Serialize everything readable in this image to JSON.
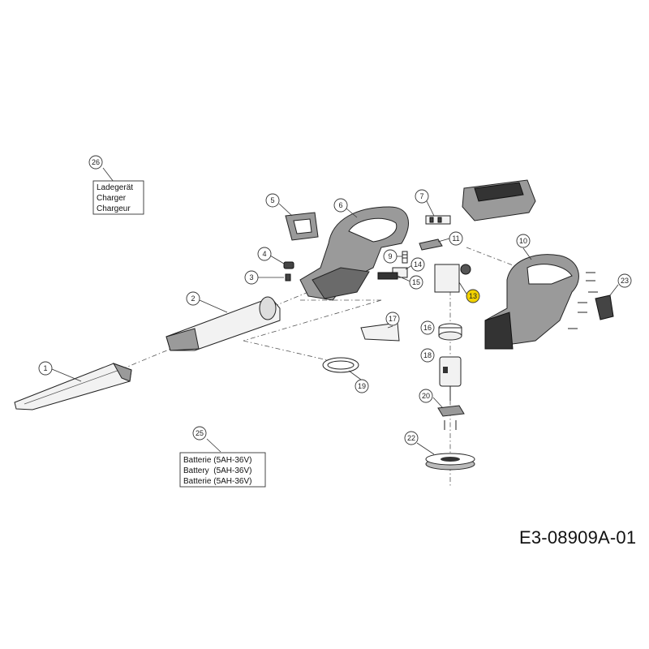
{
  "drawing_code": "E3-08909A-01",
  "callouts": [
    {
      "id": "1",
      "label": "1",
      "highlight": false
    },
    {
      "id": "2",
      "label": "2",
      "highlight": false
    },
    {
      "id": "3",
      "label": "3",
      "highlight": false
    },
    {
      "id": "4",
      "label": "4",
      "highlight": false
    },
    {
      "id": "5",
      "label": "5",
      "highlight": false
    },
    {
      "id": "6",
      "label": "6",
      "highlight": false
    },
    {
      "id": "7",
      "label": "7",
      "highlight": false
    },
    {
      "id": "9",
      "label": "9",
      "highlight": false
    },
    {
      "id": "10",
      "label": "10",
      "highlight": false
    },
    {
      "id": "11",
      "label": "11",
      "highlight": false
    },
    {
      "id": "13",
      "label": "13",
      "highlight": true
    },
    {
      "id": "14",
      "label": "14",
      "highlight": false
    },
    {
      "id": "15",
      "label": "15",
      "highlight": false
    },
    {
      "id": "16",
      "label": "16",
      "highlight": false
    },
    {
      "id": "17",
      "label": "17",
      "highlight": false
    },
    {
      "id": "18",
      "label": "18",
      "highlight": false
    },
    {
      "id": "19",
      "label": "19",
      "highlight": false
    },
    {
      "id": "20",
      "label": "20",
      "highlight": false
    },
    {
      "id": "22",
      "label": "22",
      "highlight": false
    },
    {
      "id": "23",
      "label": "23",
      "highlight": false
    },
    {
      "id": "25",
      "label": "25",
      "highlight": false
    },
    {
      "id": "26",
      "label": "26",
      "highlight": false
    }
  ],
  "charger_box": {
    "lines": [
      "Ladegerät",
      "Charger",
      "Chargeur"
    ]
  },
  "battery_box": {
    "lines": [
      "Batterie (5AH-36V)",
      "Battery  (5AH-36V)",
      "Batterie (5AH-36V)"
    ]
  },
  "colors": {
    "highlight": "#f2d200",
    "line": "#333333"
  }
}
